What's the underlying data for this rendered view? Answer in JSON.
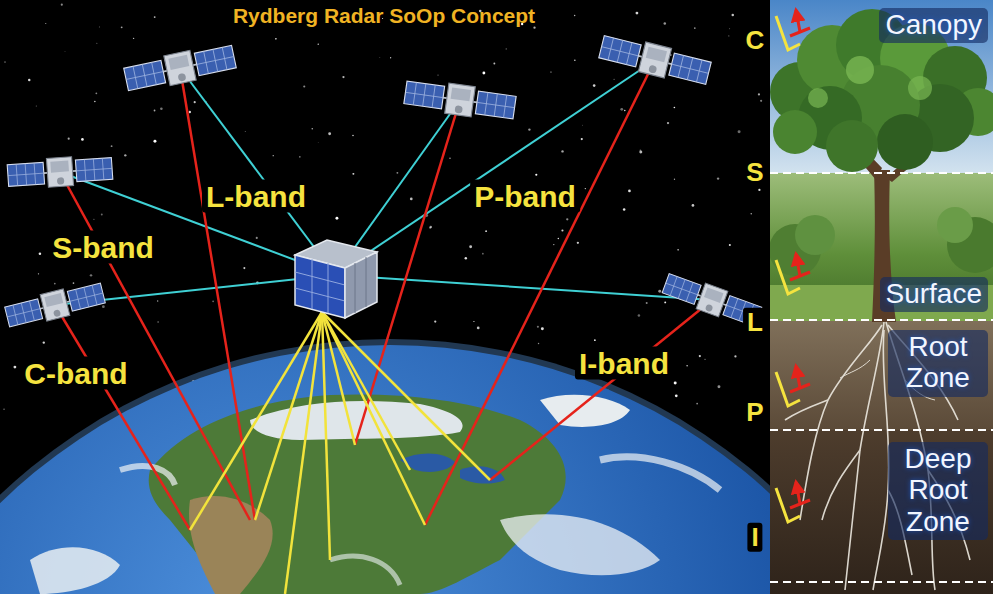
{
  "diagram": {
    "title": "Rydberg Radar SoOp Concept",
    "nodes": [
      {
        "text": [
          "Canopy"
        ]
      },
      {
        "text": [
          "Surface"
        ]
      },
      {
        "text": [
          "Root Zone"
        ]
      },
      {
        "text": [
          "Deep Root Zone"
        ]
      }
    ],
    "labels": [
      "L-band",
      "P-band",
      "S-band",
      "C-band",
      "I-band",
      "C",
      "S",
      "L",
      "P",
      "I"
    ]
  }
}
